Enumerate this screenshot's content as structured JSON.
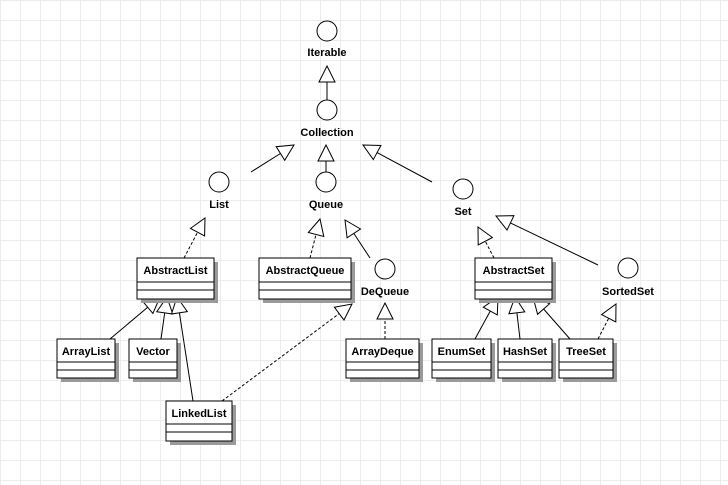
{
  "interfaces": {
    "iterable": "Iterable",
    "collection": "Collection",
    "list": "List",
    "queue": "Queue",
    "set": "Set",
    "dequeue": "DeQueue",
    "sortedset": "SortedSet"
  },
  "classes": {
    "abstractlist": "AbstractList",
    "abstractqueue": "AbstractQueue",
    "abstractset": "AbstractSet",
    "arraylist": "ArrayList",
    "vector": "Vector",
    "linkedlist": "LinkedList",
    "arraydeque": "ArrayDeque",
    "enumset": "EnumSet",
    "hashset": "HashSet",
    "treeset": "TreeSet"
  }
}
